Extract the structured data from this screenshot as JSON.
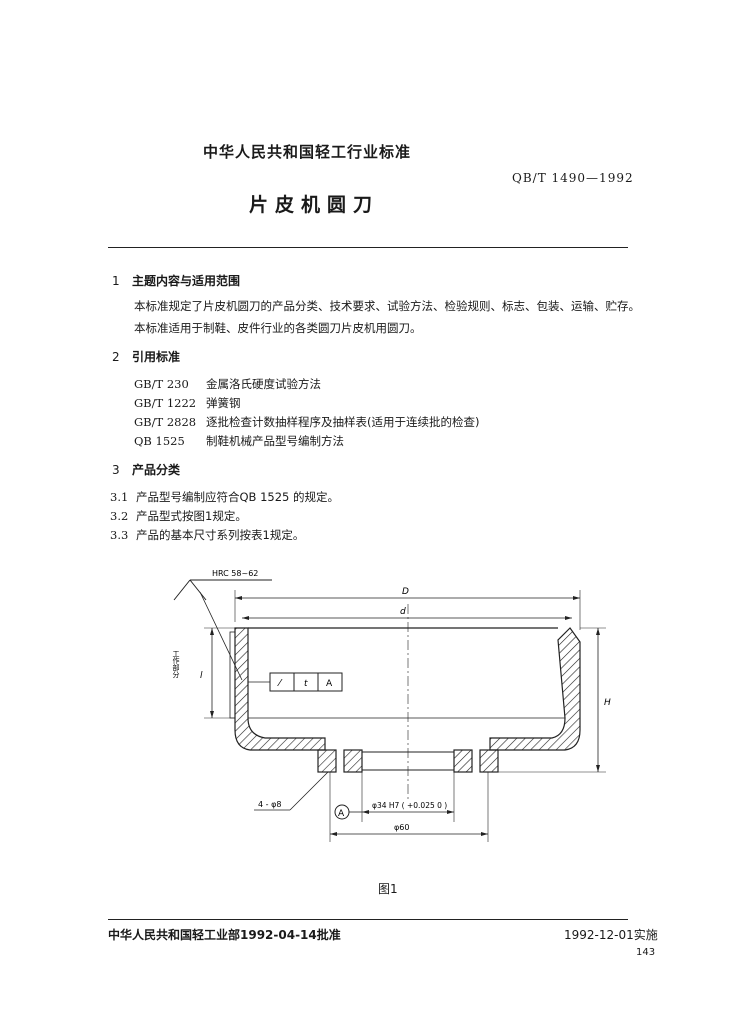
{
  "header": {
    "organization": "中华人民共和国轻工行业标准",
    "standard_number": "QB/T 1490—1992",
    "title": "片皮机圆刀"
  },
  "sections": {
    "s1": {
      "number": "1",
      "heading": "主题内容与适用范围",
      "paragraphs": [
        "本标准规定了片皮机圆刀的产品分类、技术要求、试验方法、检验规则、标志、包装、运输、贮存。",
        "本标准适用于制鞋、皮件行业的各类圆刀片皮机用圆刀。"
      ]
    },
    "s2": {
      "number": "2",
      "heading": "引用标准",
      "refs": [
        {
          "code": "GB/T 230",
          "title": "金属洛氏硬度试验方法"
        },
        {
          "code": "GB/T 1222",
          "title": "弹簧钢"
        },
        {
          "code": "GB/T 2828",
          "title": "逐批检查计数抽样程序及抽样表(适用于连续批的检查)"
        },
        {
          "code": "QB 1525",
          "title": "制鞋机械产品型号编制方法"
        }
      ]
    },
    "s3": {
      "number": "3",
      "heading": "产品分类",
      "items": [
        {
          "num": "3.1",
          "text": "产品型号编制应符合QB 1525 的规定。"
        },
        {
          "num": "3.2",
          "text": "产品型式按图1规定。"
        },
        {
          "num": "3.3",
          "text": "产品的基本尺寸系列按表1规定。"
        }
      ]
    }
  },
  "figure": {
    "caption": "图1",
    "labels": {
      "hardness": "HRC 58~62",
      "dim_D": "D",
      "dim_d": "d",
      "dim_H": "H",
      "dim_l": "l",
      "work_part": "工作部分",
      "tolerance_symbol": "⁄",
      "tolerance_value": "t",
      "datum": "A",
      "holes": "4 - φ8",
      "bore": "φ34 H7 ( +0.025 0 )",
      "outer_dia": "φ60",
      "datum_circle": "A"
    }
  },
  "footer": {
    "issuer": "中华人民共和国轻工业部1992-04-14批准",
    "effective": "1992-12-01实施",
    "page": "143"
  }
}
